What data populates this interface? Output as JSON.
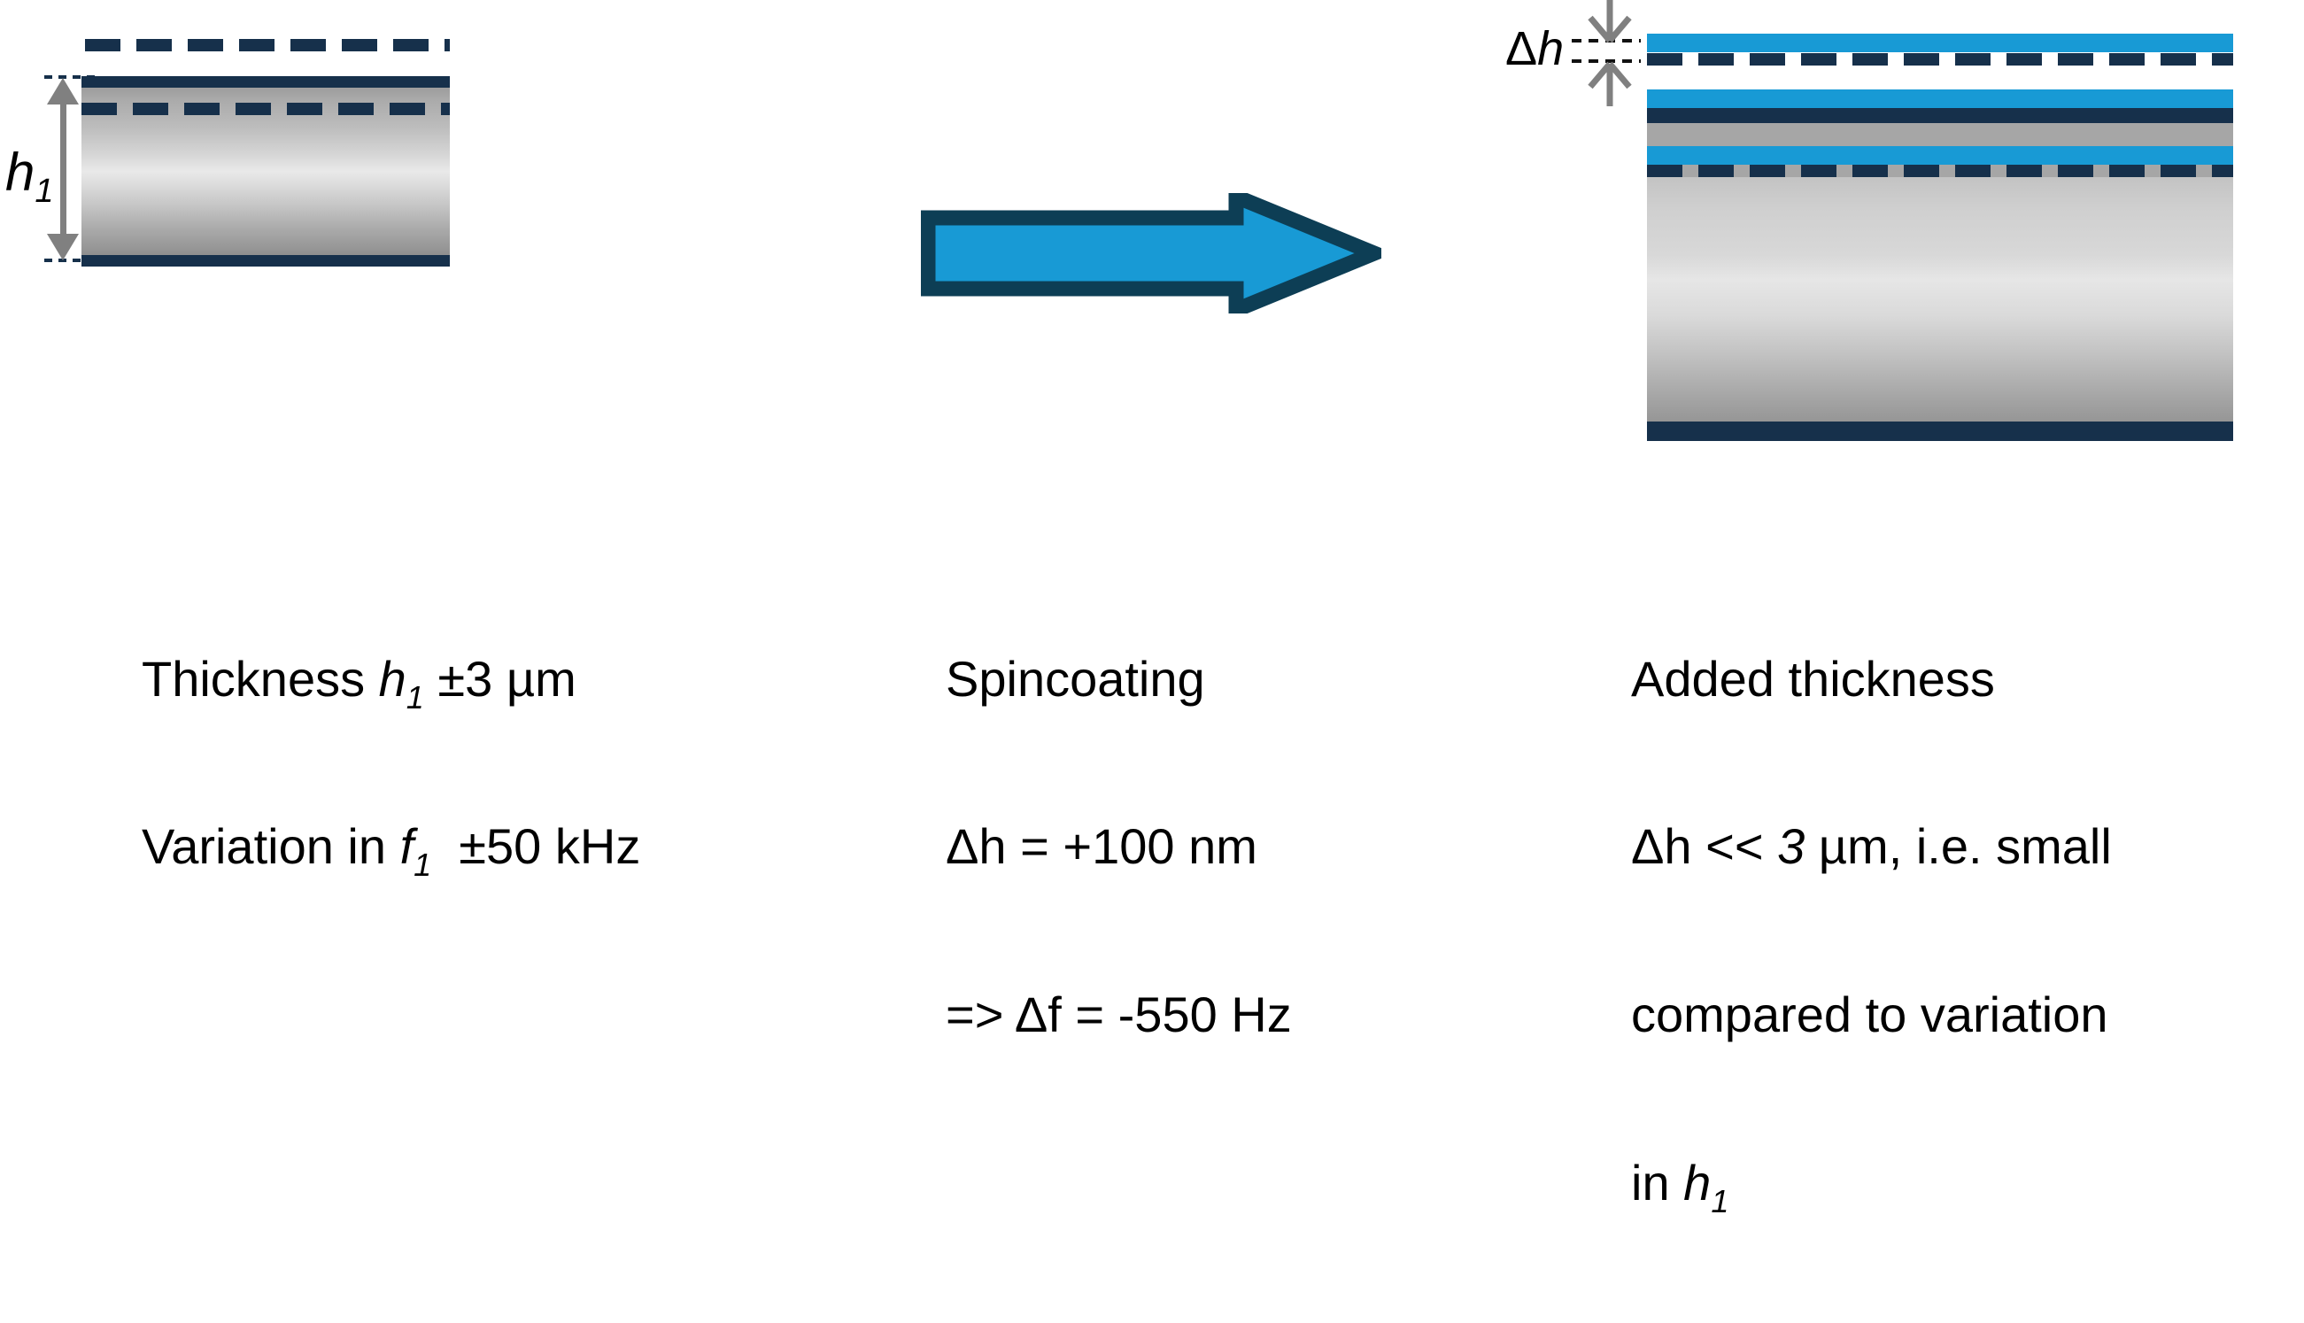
{
  "figure": {
    "type": "process-diagram",
    "description": "Spincoating thickness comparison schematic"
  },
  "left_panel": {
    "dimension_label": "h",
    "dimension_subscript": "1",
    "layers": [
      {
        "name": "floating-dashed-reference-line",
        "color": "#16304b",
        "style": "dashed"
      },
      {
        "name": "top-electrode",
        "color": "#16304b",
        "style": "solid"
      },
      {
        "name": "embedded-dashed-line",
        "color": "#16304b",
        "style": "dashed"
      },
      {
        "name": "substrate-gradient",
        "color": "#b4b4b4",
        "style": "gradient"
      },
      {
        "name": "bottom-electrode",
        "color": "#16304b",
        "style": "solid"
      }
    ]
  },
  "right_panel": {
    "delta_label": "Δh",
    "layers": [
      {
        "name": "floating-spincoat-layer",
        "color": "#189ad5",
        "style": "solid"
      },
      {
        "name": "floating-dashed-reference-line",
        "color": "#16304b",
        "style": "dashed"
      },
      {
        "name": "spincoat-top",
        "color": "#189ad5",
        "style": "solid"
      },
      {
        "name": "top-electrode",
        "color": "#16304b",
        "style": "solid"
      },
      {
        "name": "gray-interlayer",
        "color": "#a6a6a6",
        "style": "solid"
      },
      {
        "name": "spincoat-mid",
        "color": "#189ad5",
        "style": "solid"
      },
      {
        "name": "embedded-dashed-line",
        "color": "#16304b",
        "style": "dashed"
      },
      {
        "name": "substrate-gradient",
        "color": "#b4b4b4",
        "style": "gradient"
      },
      {
        "name": "bottom-electrode",
        "color": "#16304b",
        "style": "solid"
      }
    ]
  },
  "process_arrow": {
    "name": "spincoating-arrow",
    "direction": "right",
    "fill_color": "#189ad5",
    "outline_color": "#0d3e55"
  },
  "captions": {
    "left": {
      "line1_pre": "Thickness ",
      "line1_var": "h",
      "line1_sub": "1",
      "line1_post": " ±3 µm",
      "line2_pre": "Variation in ",
      "line2_var": "f",
      "line2_sub": "1",
      "line2_post": "  ±50 kHz"
    },
    "middle": {
      "line1": "Spincoating",
      "line2": "Δh = +100 nm",
      "line3": "=> Δf = -550 Hz"
    },
    "right": {
      "line1": "Added thickness",
      "line2_a": "Δh << ",
      "line2_b": "3",
      "line2_c": " µm, i.e. small",
      "line3": "compared to variation",
      "line4_pre": "in ",
      "line4_var": "h",
      "line4_sub": "1"
    }
  },
  "colors": {
    "navy": "#16304b",
    "blue": "#189ad5",
    "arrow_outline": "#0d3e55",
    "gray": "#a6a6a6",
    "dim_arrow": "#808080",
    "text": "#000000",
    "background": "#ffffff"
  }
}
